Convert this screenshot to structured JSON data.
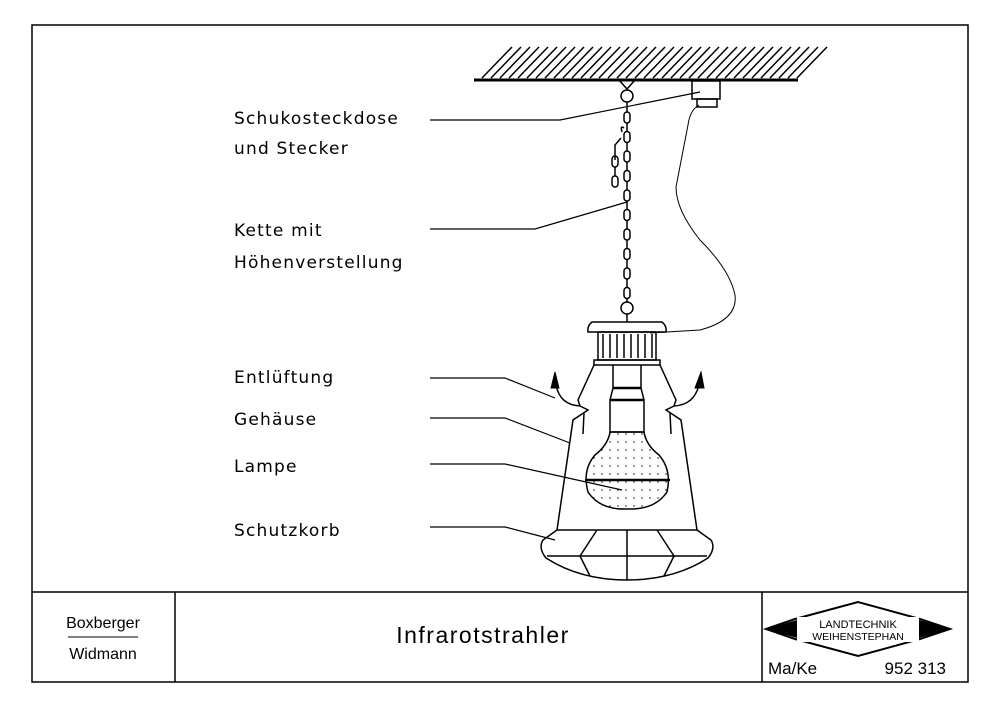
{
  "labels": {
    "socket_line1": "Schukosteckdose",
    "socket_line2": "und Stecker",
    "chain_line1": "Kette mit",
    "chain_line2": "Höhenverstellung",
    "vent": "Entlüftung",
    "housing": "Gehäuse",
    "lamp": "Lampe",
    "guard": "Schutzkorb"
  },
  "title_block": {
    "author1": "Boxberger",
    "author2": "Widmann",
    "title": "Infrarotstrahler",
    "logo_line1": "LANDTECHNIK",
    "logo_line2": "WEIHENSTEPHAN",
    "initials": "Ma/Ke",
    "number": "952 313"
  }
}
